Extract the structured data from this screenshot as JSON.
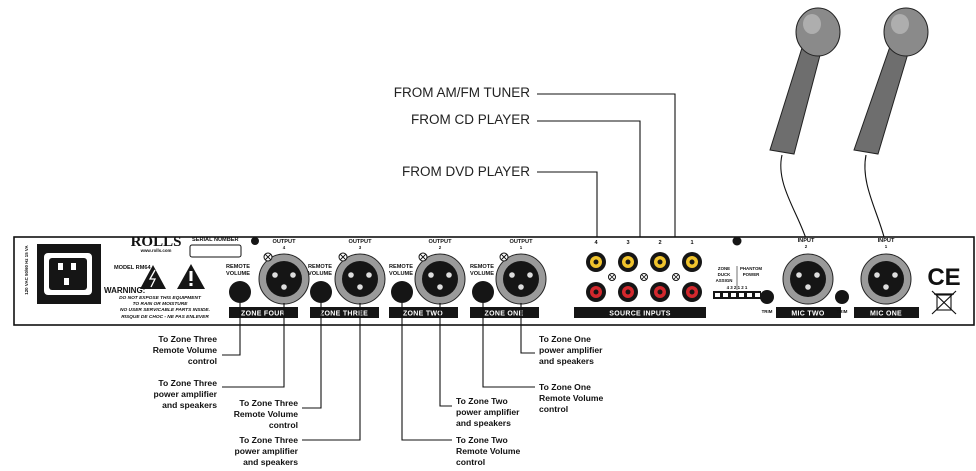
{
  "sources": [
    {
      "id": "am_fm",
      "text": "FROM AM/FM TUNER"
    },
    {
      "id": "cd",
      "text": "FROM CD PLAYER"
    },
    {
      "id": "dvd",
      "text": "FROM DVD PLAYER"
    }
  ],
  "panel": {
    "brand": "ROLLS",
    "website": "www.rolls.com",
    "model": "MODEL RM64",
    "serial": "SERIAL NUMBER",
    "power_rating": "120 VAC 50/60 Hz 15 VA",
    "warning_title": "WARNING:",
    "warning_lines": [
      "DO NOT EXPOSE THIS EQUIPMENT",
      "TO RAIN OR MOISTURE",
      "NO USER SERVICABLE PARTS INSIDE.",
      "RISQUE DE CHOC - NE PAS ENLEVER"
    ],
    "output_label": "OUTPUT",
    "remote_volume": [
      "REMOTE",
      "VOLUME"
    ],
    "zones": [
      {
        "bar": "ZONE FOUR",
        "num": "4"
      },
      {
        "bar": "ZONE THREE",
        "num": "3"
      },
      {
        "bar": "ZONE TWO",
        "num": "2"
      },
      {
        "bar": "ZONE ONE",
        "num": "1"
      }
    ],
    "source_inputs": "SOURCE INPUTS",
    "input_numbers": [
      "4",
      "3",
      "2",
      "1"
    ],
    "zone_duck": [
      "ZONE",
      "DUCK",
      "ASSIGN"
    ],
    "phantom": [
      "PHANTOM",
      "POWER"
    ],
    "dip_numbers": "4 3 2 1 2 1",
    "input_label": "INPUT",
    "mics": [
      {
        "bar": "MIC TWO",
        "num": "2"
      },
      {
        "bar": "MIC ONE",
        "num": "1"
      }
    ],
    "trim": "TRIM",
    "ce": "CE"
  },
  "annotations": [
    {
      "id": "z3_remote",
      "lines": [
        "To Zone Three",
        "Remote Volume",
        "control"
      ]
    },
    {
      "id": "z3_amp_a",
      "lines": [
        "To Zone Three",
        "power amplifier",
        "and speakers"
      ]
    },
    {
      "id": "z3_remote_b",
      "lines": [
        "To Zone Three",
        "Remote Volume",
        "control"
      ]
    },
    {
      "id": "z3_amp_b",
      "lines": [
        "To Zone Three",
        "power amplifier",
        "and speakers"
      ]
    },
    {
      "id": "z2_remote",
      "lines": [
        "To Zone Two",
        "Remote Volume",
        "control"
      ]
    },
    {
      "id": "z2_amp",
      "lines": [
        "To Zone Two",
        "power amplifier",
        "and speakers"
      ]
    },
    {
      "id": "z1_remote",
      "lines": [
        "To Zone One",
        "Remote Volume",
        "control"
      ]
    },
    {
      "id": "z1_amp",
      "lines": [
        "To Zone One",
        "power amplifier",
        "and speakers"
      ]
    }
  ]
}
